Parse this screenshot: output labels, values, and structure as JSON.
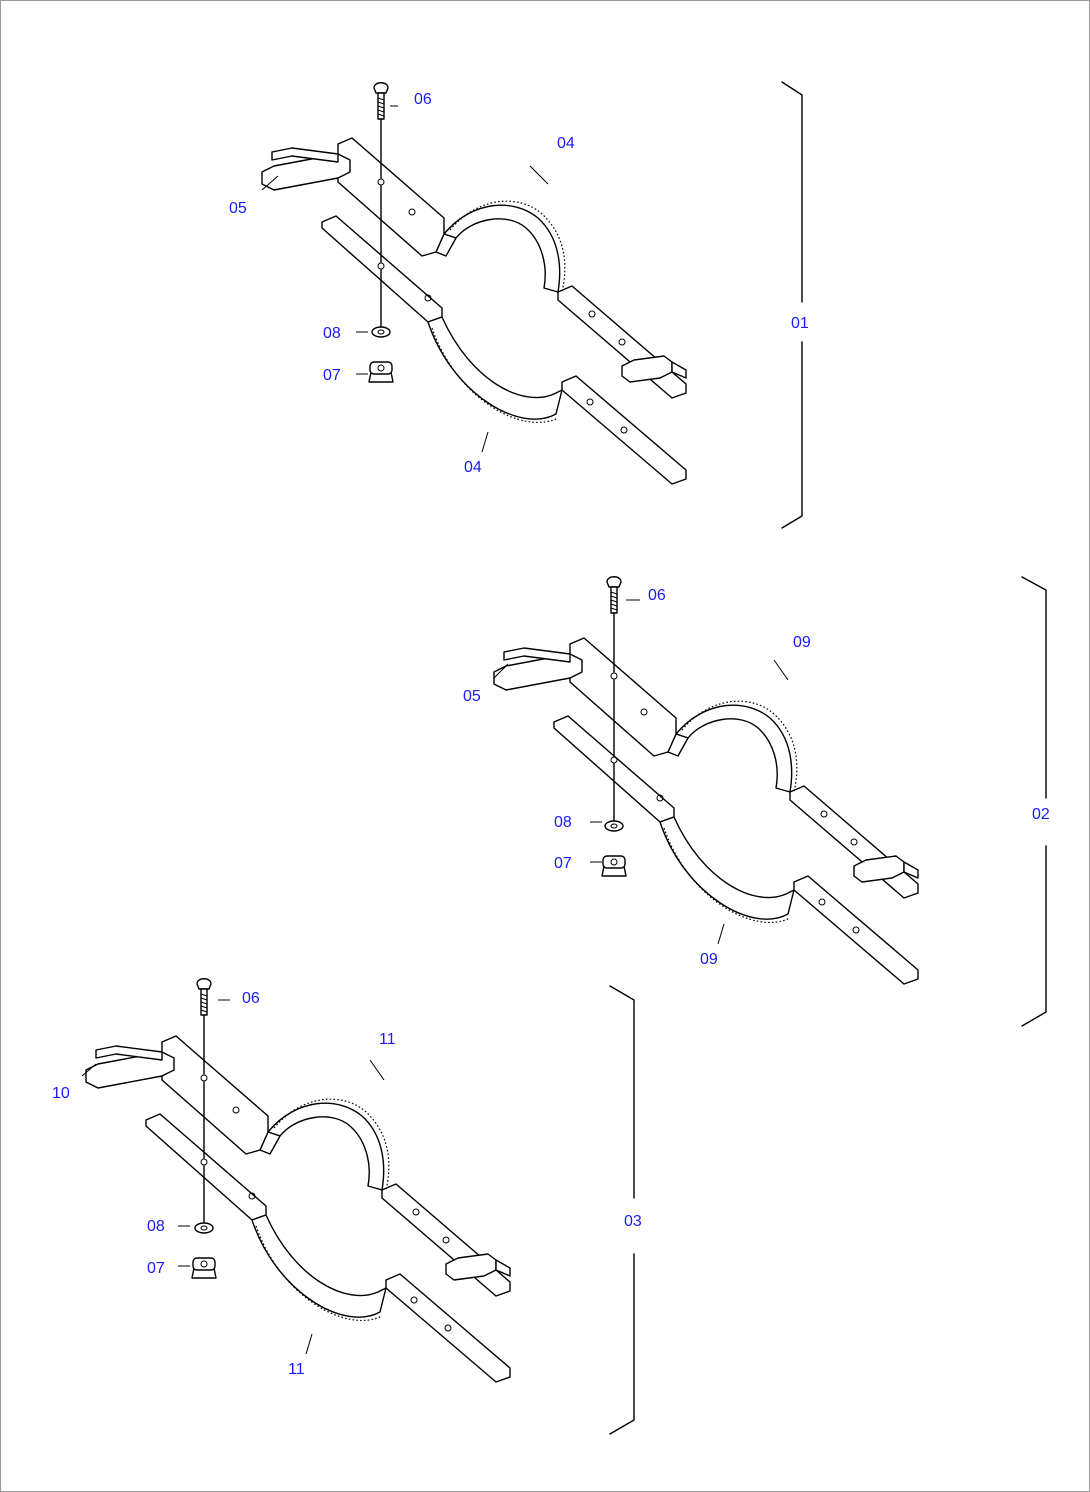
{
  "callouts": {
    "a_06": "06",
    "a_04_top": "04",
    "a_05": "05",
    "a_08": "08",
    "a_07": "07",
    "a_04_bottom": "04",
    "a_01": "01",
    "b_06": "06",
    "b_09_top": "09",
    "b_05": "05",
    "b_08": "08",
    "b_07": "07",
    "b_09_bottom": "09",
    "b_02": "02",
    "c_06": "06",
    "c_11_top": "11",
    "c_10": "10",
    "c_08": "08",
    "c_07": "07",
    "c_11_bottom": "11",
    "c_03": "03"
  },
  "colors": {
    "callout": "#1a1aff",
    "line": "#000000"
  }
}
